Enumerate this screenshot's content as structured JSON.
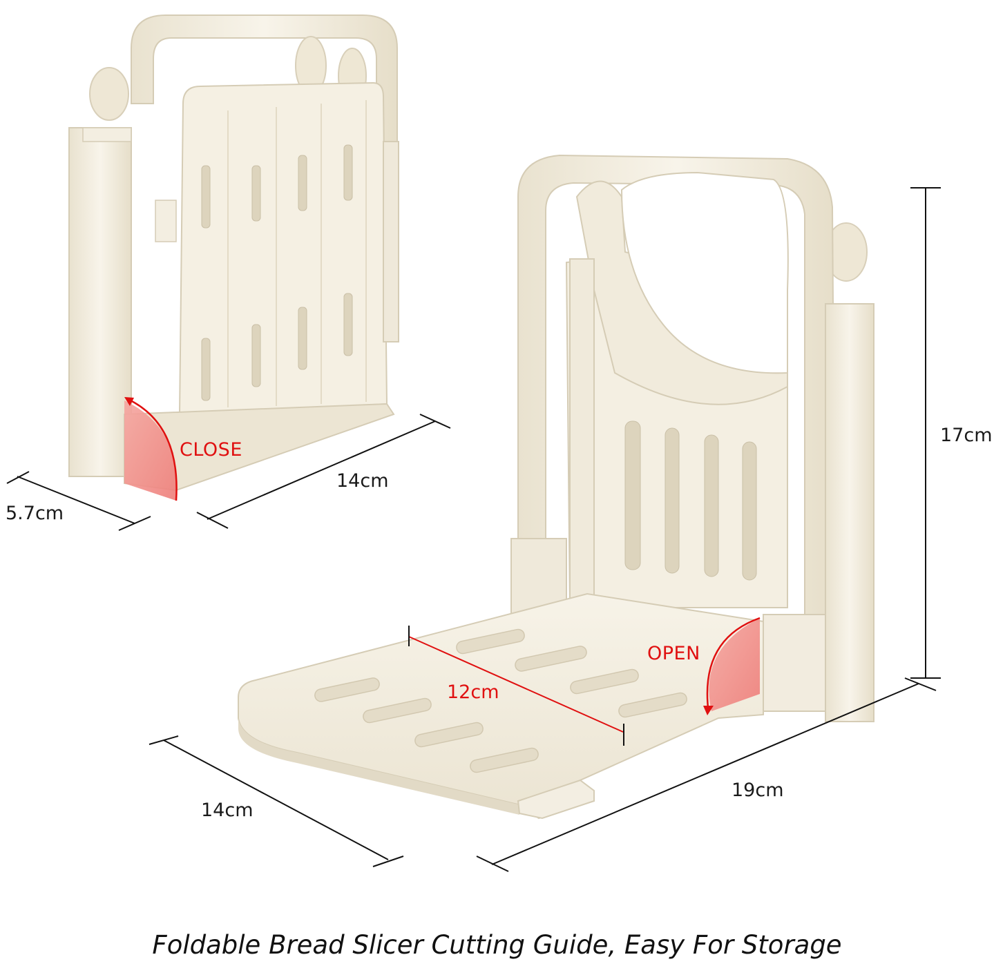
{
  "image": {
    "subject": "product-photo",
    "colors": {
      "plastic": "#f6f1e4",
      "plastic_shadow": "#e2dac6",
      "plastic_dark": "#cfc6af",
      "dimension_line": "#111111",
      "state_text": "#e01010",
      "state_fill": "#f08a8a",
      "background": "#ffffff"
    }
  },
  "labels": {
    "closed_depth": "5.7cm",
    "closed_width": "14cm",
    "close_state": "CLOSE",
    "open_height": "17cm",
    "slot_spacing": "12cm",
    "open_state": "OPEN",
    "base_depth": "14cm",
    "open_length": "19cm"
  },
  "caption": "Foldable Bread Slicer Cutting Guide,  Easy For Storage"
}
